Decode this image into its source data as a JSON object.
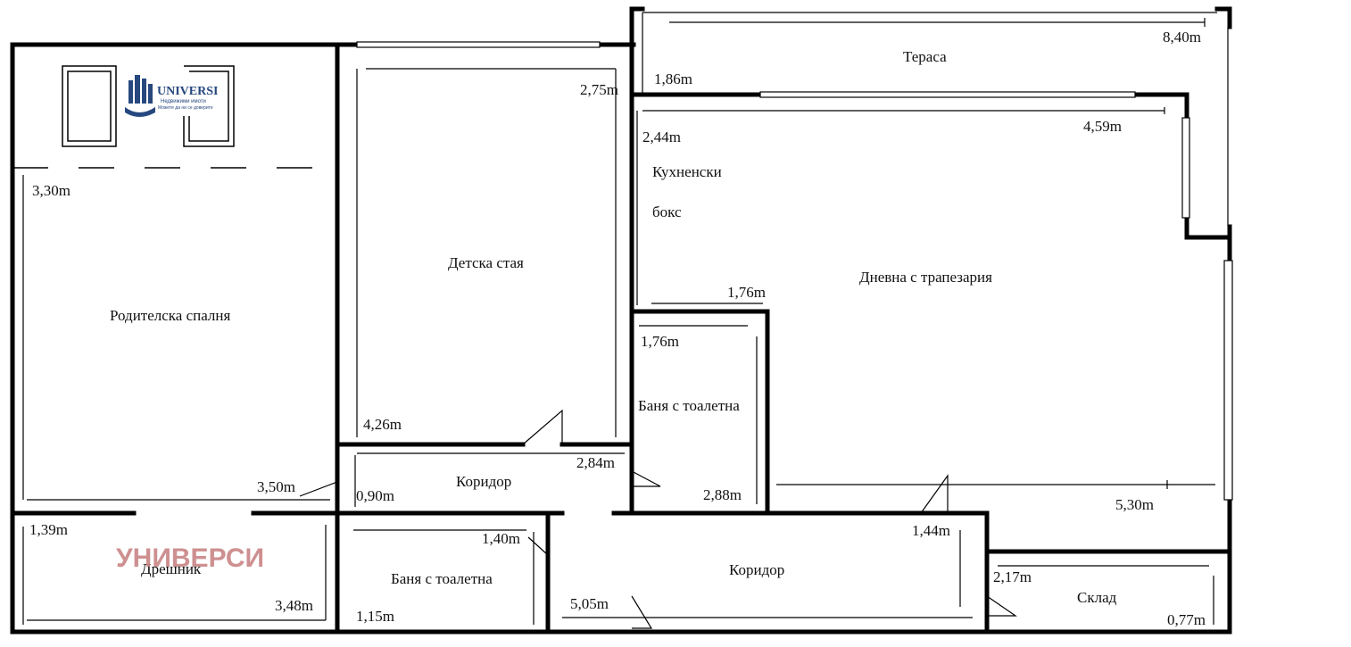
{
  "logo": {
    "brand": "UNIVERSI",
    "tagline": "Недвижими имоти",
    "slogan": "Можете да ни се доверите",
    "color": "#27487f"
  },
  "watermark": "УНИВЕРСИ",
  "rooms": {
    "terrace": "Тераса",
    "kitchen_line1": "Кухненски",
    "kitchen_line2": "бокс",
    "living_dining": "Дневна с трапезария",
    "kids_room": "Детска стая",
    "master_bedroom": "Родителска спалня",
    "bathroom_1": "Баня с тоалетна",
    "corridor_1": "Коридор",
    "corridor_2": "Коридор",
    "bathroom_2": "Баня с тоалетна",
    "wardrobe": "Дрешник",
    "storage": "Склад"
  },
  "dimensions": {
    "terrace_length": "8,40m",
    "terrace_depth": "1,86m",
    "kids_width": "2,75m",
    "kids_length": "4,26m",
    "kitchen_depth": "2,44m",
    "living_width": "4,59m",
    "kitchen_width": "1,76m",
    "living_length": "5,30m",
    "living_door": "1,44m",
    "bath1_width": "1,76m",
    "bath1_length": "2,88m",
    "corridor1_length": "2,84m",
    "corridor1_width": "0,90m",
    "bedroom_depth": "3,30m",
    "bedroom_width": "3,50m",
    "wardrobe_depth": "1,39m",
    "wardrobe_width": "3,48m",
    "bath2_width": "1,40m",
    "bath2_depth": "1,15m",
    "corridor2_length": "5,05m",
    "storage_width": "2,17m",
    "storage_depth": "0,77m"
  }
}
